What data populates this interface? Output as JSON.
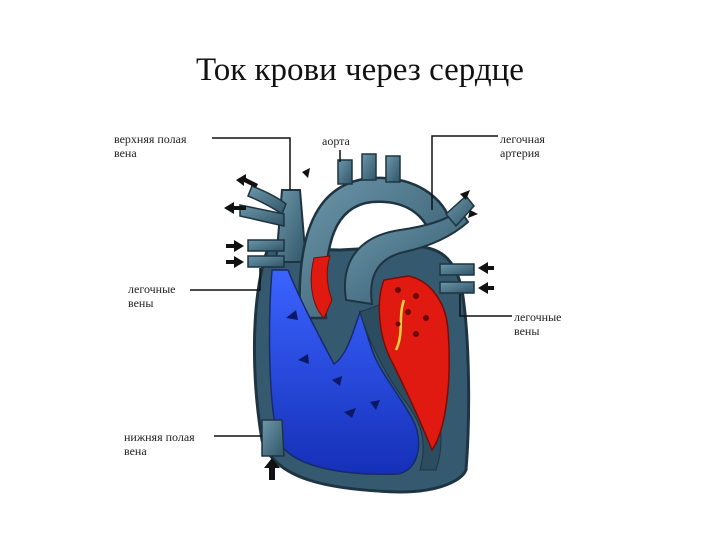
{
  "title": "Ток крови через сердце",
  "labels": {
    "superior_vena_cava": [
      "верхняя полая",
      "вена"
    ],
    "aorta": [
      "аорта"
    ],
    "pulmonary_artery": [
      "легочная",
      "артерия"
    ],
    "pulmonary_veins_left": [
      "легочные",
      "вены"
    ],
    "pulmonary_veins_right": [
      "легочные",
      "вены"
    ],
    "inferior_vena_cava": [
      "нижняя полая",
      "вена"
    ]
  },
  "colors": {
    "venous_blood": "#1f3fd6",
    "arterial_blood": "#e01a10",
    "vessel": "#3f6f86",
    "wall": "#2c4c60"
  }
}
